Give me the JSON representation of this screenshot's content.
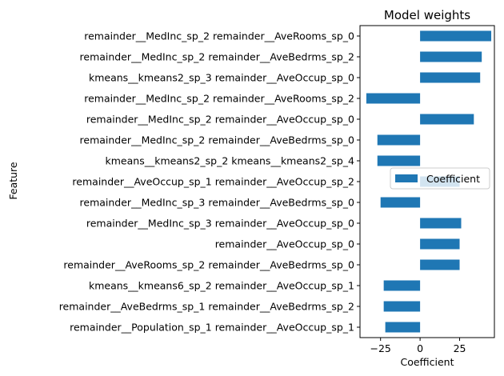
{
  "chart_data": {
    "type": "bar",
    "orientation": "horizontal",
    "title": "Model weights",
    "xlabel": "Coefficient",
    "ylabel": "Feature",
    "xlim": [
      -38,
      47
    ],
    "xticks": [
      -25,
      0,
      25
    ],
    "grid": false,
    "legend_position": "right",
    "bar_color": "#1f77b4",
    "categories": [
      "remainder__MedInc_sp_2 remainder__AveRooms_sp_0",
      "remainder__MedInc_sp_2 remainder__AveBedrms_sp_2",
      "kmeans__kmeans2_sp_3 remainder__AveOccup_sp_0",
      "remainder__MedInc_sp_2 remainder__AveRooms_sp_2",
      "remainder__MedInc_sp_2 remainder__AveOccup_sp_0",
      "remainder__MedInc_sp_2 remainder__AveBedrms_sp_0",
      "kmeans__kmeans2_sp_2 kmeans__kmeans2_sp_4",
      "remainder__AveOccup_sp_1 remainder__AveOccup_sp_2",
      "remainder__MedInc_sp_3 remainder__AveBedrms_sp_0",
      "remainder__MedInc_sp_3 remainder__AveOccup_sp_0",
      "remainder__AveOccup_sp_0",
      "remainder__AveRooms_sp_2 remainder__AveBedrms_sp_0",
      "kmeans__kmeans6_sp_2 remainder__AveOccup_sp_1",
      "remainder__AveBedrms_sp_1 remainder__AveBedrms_sp_2",
      "remainder__Population_sp_1 remainder__AveOccup_sp_1"
    ],
    "series": [
      {
        "name": "Coefficient",
        "values": [
          45,
          39,
          38,
          -34,
          34,
          -27,
          -27,
          25,
          -25,
          26,
          25,
          25,
          -23,
          -23,
          -22
        ]
      }
    ]
  }
}
